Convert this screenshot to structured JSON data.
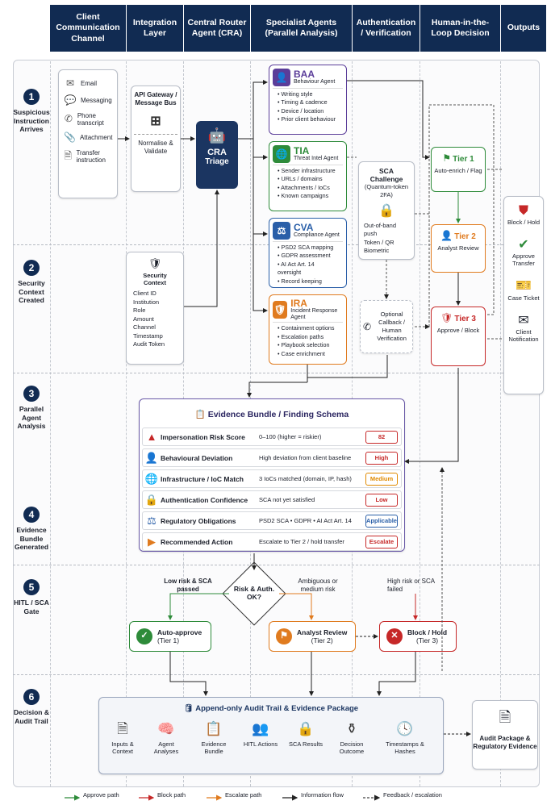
{
  "headers": [
    "Client Communication Channel",
    "Integration Layer",
    "Central Router Agent (CRA)",
    "Specialist Agents (Parallel Analysis)",
    "Authentication / Verification",
    "Human-in-the-Loop Decision",
    "Outputs"
  ],
  "steps": [
    {
      "num": "1",
      "label": "Suspicious Instruction Arrives"
    },
    {
      "num": "2",
      "label": "Security Context Created"
    },
    {
      "num": "3",
      "label": "Parallel Agent Analysis"
    },
    {
      "num": "4",
      "label": "Evidence Bundle Generated"
    },
    {
      "num": "5",
      "label": "HITL / SCA Gate"
    },
    {
      "num": "6",
      "label": "Decision & Audit Trail"
    }
  ],
  "channels": [
    {
      "icon": "envelope",
      "label": "Email"
    },
    {
      "icon": "chat-bubble",
      "label": "Messaging"
    },
    {
      "icon": "phone",
      "label": "Phone transcript"
    },
    {
      "icon": "paperclip",
      "label": "Attachment"
    },
    {
      "icon": "document",
      "label": "Transfer instruction"
    }
  ],
  "integration": {
    "title": "API Gateway / Message Bus",
    "sub": "Normalise & Validate"
  },
  "cra": {
    "title": "CRA",
    "sub": "Triage"
  },
  "security_context": {
    "title": "Security Context",
    "items": [
      "Client ID",
      "Institution",
      "Role",
      "Amount",
      "Channel",
      "Timestamp",
      "Audit Token"
    ]
  },
  "agents": [
    {
      "abbr": "BAA",
      "name": "Behaviour Agent",
      "color": "#5b3d99",
      "items": [
        "Writing style",
        "Timing & cadence",
        "Device / location",
        "Prior client behaviour"
      ]
    },
    {
      "abbr": "TIA",
      "name": "Threat Intel Agent",
      "color": "#2e8b3a",
      "items": [
        "Sender infrastructure",
        "URLs / domains",
        "Attachments / IoCs",
        "Known campaigns"
      ]
    },
    {
      "abbr": "CVA",
      "name": "Compliance Agent",
      "color": "#2a5fa8",
      "items": [
        "PSD2 SCA mapping",
        "GDPR assessment",
        "AI Act Art. 14 oversight",
        "Record keeping"
      ]
    },
    {
      "abbr": "IRA",
      "name": "Incident Response Agent",
      "color": "#e07b1f",
      "items": [
        "Containment options",
        "Escalation paths",
        "Playbook selection",
        "Case enrichment"
      ]
    }
  ],
  "sca": {
    "title": "SCA Challenge",
    "sub": "(Quantum-token 2FA)",
    "items": [
      "Out-of-band push",
      "Token / QR",
      "Biometric"
    ]
  },
  "callback": {
    "label": "Optional Callback / Human Verification"
  },
  "tiers": [
    {
      "title": "Tier 1",
      "desc": "Auto-enrich / Flag"
    },
    {
      "title": "Tier 2",
      "desc": "Analyst Review"
    },
    {
      "title": "Tier 3",
      "desc": "Approve / Block"
    }
  ],
  "outputs": [
    {
      "icon": "shield-x",
      "label": "Block / Hold"
    },
    {
      "icon": "check-circle",
      "label": "Approve Transfer"
    },
    {
      "icon": "ticket",
      "label": "Case Ticket"
    },
    {
      "icon": "envelope",
      "label": "Client Notification"
    }
  ],
  "evidence": {
    "title": "Evidence Bundle / Finding Schema",
    "rows": [
      {
        "label": "Impersonation Risk Score",
        "desc": "0–100 (higher = riskier)",
        "badge": "82",
        "color": "#c62828"
      },
      {
        "label": "Behavioural Deviation",
        "desc": "High deviation from client baseline",
        "badge": "High",
        "color": "#c62828"
      },
      {
        "label": "Infrastructure / IoC Match",
        "desc": "3 IoCs matched (domain, IP, hash)",
        "badge": "Medium",
        "color": "#e08a00"
      },
      {
        "label": "Authentication Confidence",
        "desc": "SCA not yet satisfied",
        "badge": "Low",
        "color": "#c62828"
      },
      {
        "label": "Regulatory Obligations",
        "desc": "PSD2 SCA • GDPR • AI Act Art. 14",
        "badge": "Applicable",
        "color": "#2a5fa8"
      },
      {
        "label": "Recommended Action",
        "desc": "Escalate to Tier 2 / hold transfer",
        "badge": "Escalate",
        "color": "#c62828"
      }
    ]
  },
  "gate": {
    "question": "Risk & Auth. OK?",
    "left_label": "Low risk & SCA passed",
    "mid_label": "Ambiguous or medium risk",
    "right_label": "High risk or SCA failed"
  },
  "gate_outcomes": [
    {
      "label": "Auto-approve",
      "sub": "(Tier 1)"
    },
    {
      "label": "Analyst Review",
      "sub": "(Tier 2)"
    },
    {
      "label": "Block / Hold",
      "sub": "(Tier 3)"
    }
  ],
  "audit": {
    "title": "Append-only Audit Trail & Evidence Package",
    "items": [
      "Inputs & Context",
      "Agent Analyses",
      "Evidence Bundle",
      "HITL Actions",
      "SCA Results",
      "Decision Outcome",
      "Timestamps & Hashes"
    ]
  },
  "audit_package": {
    "label": "Audit Package & Regulatory Evidence"
  },
  "legend": [
    {
      "label": "Approve path",
      "color": "#2e8b3a"
    },
    {
      "label": "Block path",
      "color": "#c62828"
    },
    {
      "label": "Escalate path",
      "color": "#e07b1f"
    },
    {
      "label": "Information flow",
      "color": "#222222"
    },
    {
      "label": "Feedback / escalation",
      "color": "#444444"
    }
  ]
}
